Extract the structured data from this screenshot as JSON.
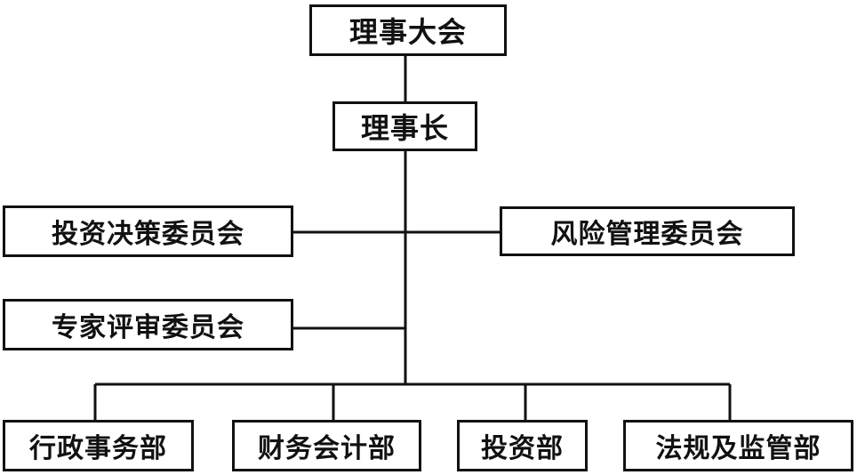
{
  "diagram": {
    "nodes": {
      "assembly": "理事大会",
      "chairman": "理事长",
      "invest_committee": "投资决策委员会",
      "risk_committee": "风险管理委员会",
      "expert_committee": "专家评审委员会",
      "admin_dept": "行政事务部",
      "finance_dept": "财务会计部",
      "invest_dept": "投资部",
      "legal_dept": "法规及监管部"
    },
    "edges": [
      [
        "assembly",
        "chairman"
      ],
      [
        "chairman",
        "invest_committee"
      ],
      [
        "chairman",
        "risk_committee"
      ],
      [
        "chairman",
        "expert_committee"
      ],
      [
        "chairman",
        "admin_dept"
      ],
      [
        "chairman",
        "finance_dept"
      ],
      [
        "chairman",
        "invest_dept"
      ],
      [
        "chairman",
        "legal_dept"
      ]
    ],
    "colors": {
      "line": "#111111",
      "box_border": "#111111",
      "background": "#ffffff"
    }
  }
}
